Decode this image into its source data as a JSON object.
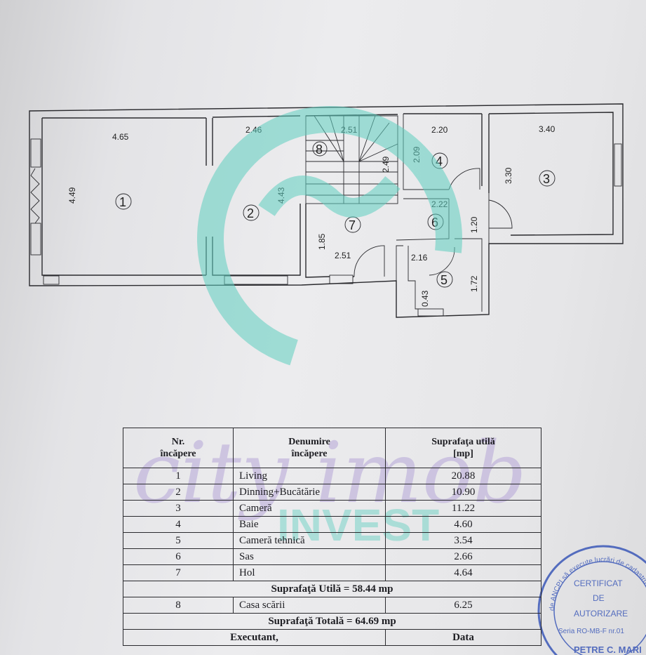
{
  "dimensions": {
    "living_w": "4.65",
    "living_h": "4.49",
    "dining_w": "2.46",
    "dining_h": "4.43",
    "stair_w": "2.51",
    "stair_h": "2.49",
    "bath_w": "2.20",
    "bath_h": "2.09",
    "room3_w": "3.40",
    "room3_h": "3.30",
    "sas_w": "2.22",
    "sas_h": "1.20",
    "hol_h": "1.85",
    "hol_w": "2.51",
    "tech_w": "2.16",
    "tech_h": "1.72",
    "tech_small": "0.43"
  },
  "room_numbers": [
    "1",
    "2",
    "3",
    "4",
    "5",
    "6",
    "7",
    "8"
  ],
  "table": {
    "headers": [
      "Nr.\nîncăpere",
      "Denumire\nîncăpere",
      "Suprafaţa utilă\n[mp]"
    ],
    "rows": [
      {
        "nr": "1",
        "name": "Living",
        "area": "20.88"
      },
      {
        "nr": "2",
        "name": "Dinning+Bucătărie",
        "area": "10.90"
      },
      {
        "nr": "3",
        "name": "Cameră",
        "area": "11.22"
      },
      {
        "nr": "4",
        "name": "Baie",
        "area": "4.60"
      },
      {
        "nr": "5",
        "name": "Cameră tehnică",
        "area": "3.54"
      },
      {
        "nr": "6",
        "name": "Sas",
        "area": "2.66"
      },
      {
        "nr": "7",
        "name": "Hol",
        "area": "4.64"
      }
    ],
    "subtotal": "Suprafaţă Utilă = 58.44 mp",
    "extra_row": {
      "nr": "8",
      "name": "Casa scării",
      "area": "6.25"
    },
    "total": "Suprafaţă Totală = 64.69 mp",
    "footer": [
      "Executant,",
      "Data"
    ]
  },
  "watermark": {
    "script_text": "city imob",
    "brand_text": "INVEST",
    "colors": {
      "teal": "#5fcfc0",
      "purple": "#b6a6d8"
    }
  },
  "stamp": {
    "lines": [
      "CERTIFICAT",
      "DE",
      "AUTORIZARE",
      "Seria RO-MB-F nr.01"
    ],
    "ring_text": "de ANCPI să execute lucrări de cadastru",
    "name": "PETRE C. MARI",
    "color": "#3b58b8"
  }
}
